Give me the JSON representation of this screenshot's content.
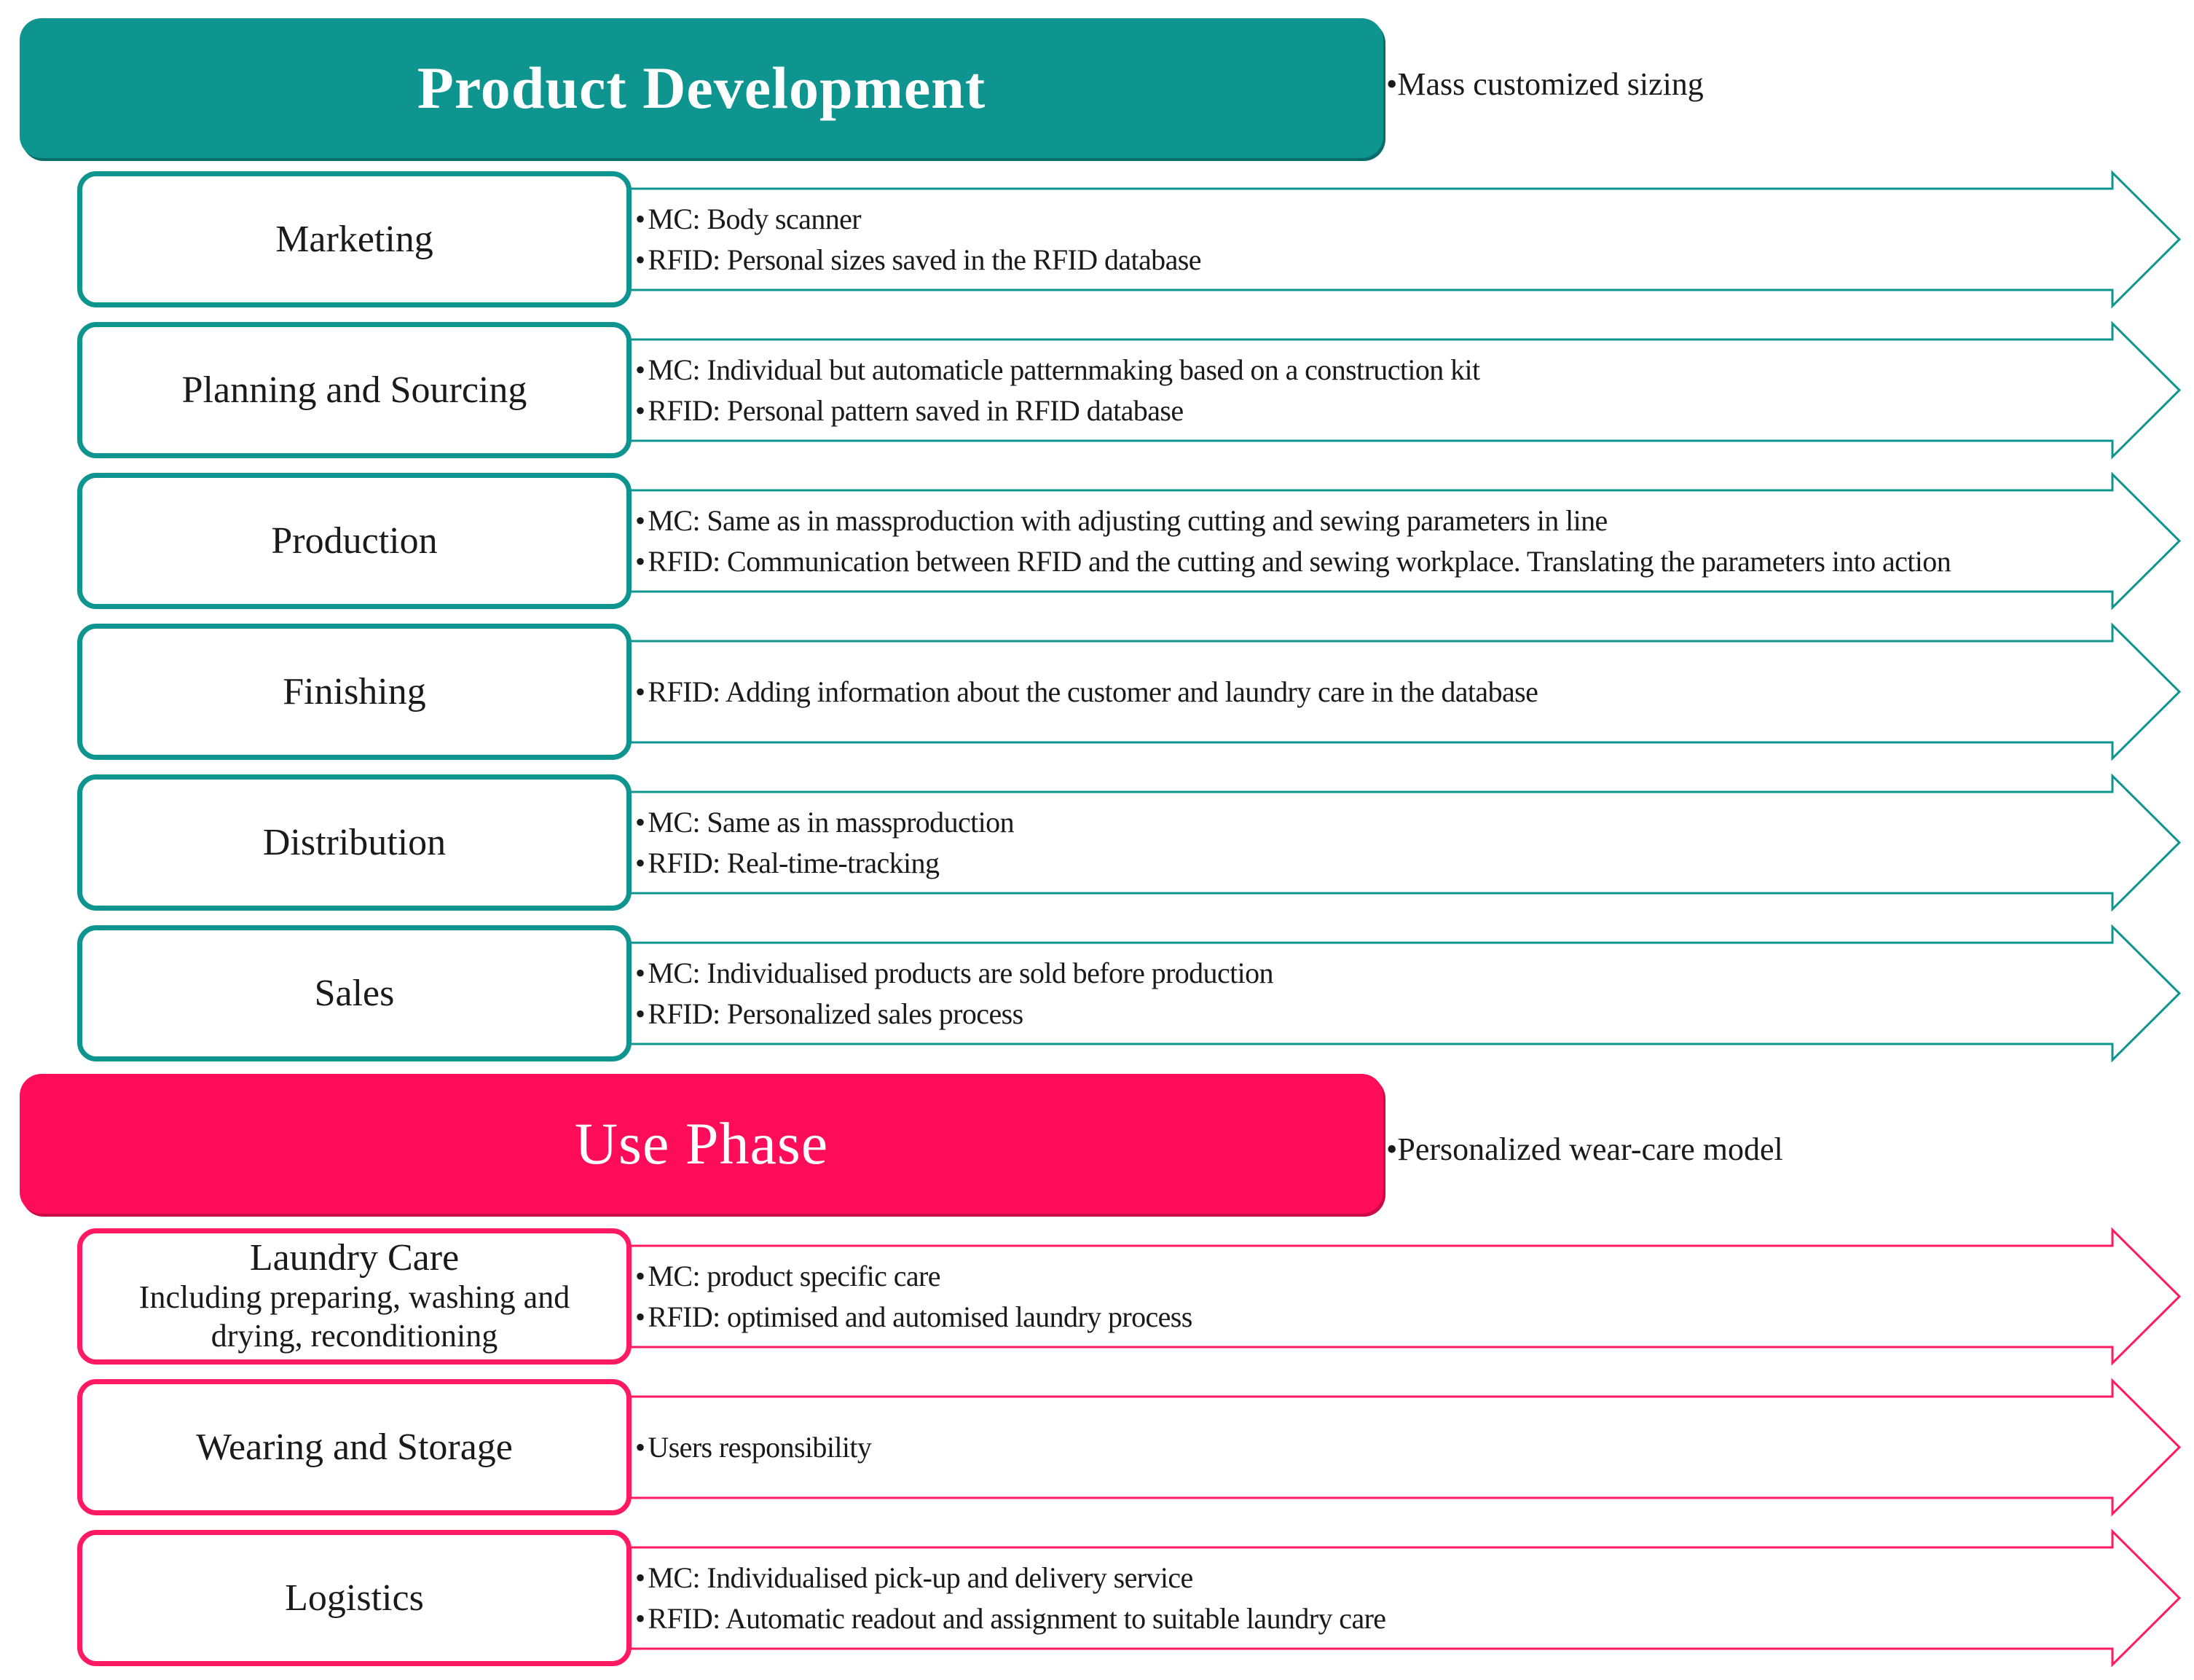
{
  "colors": {
    "product_development": "#0f9590",
    "use_phase": "#ff0c5a",
    "teal_outline": "#0f9590",
    "pink_outline": "#ff1a62"
  },
  "product_development": {
    "title": "Product Development",
    "note": "Mass customized sizing",
    "stages": [
      {
        "title": "Marketing",
        "bullets": [
          "MC: Body scanner",
          "RFID: Personal sizes saved in the RFID database"
        ]
      },
      {
        "title": "Planning and Sourcing",
        "bullets": [
          "MC: Individual but automaticle patternmaking based on a construction kit",
          "RFID: Personal pattern saved in RFID database"
        ]
      },
      {
        "title": "Production",
        "bullets": [
          "MC: Same as in massproduction with adjusting cutting and sewing parameters in line",
          "RFID: Communication between RFID and the cutting and sewing workplace. Translating the parameters into action"
        ]
      },
      {
        "title": "Finishing",
        "bullets": [
          "RFID: Adding information about the customer and laundry care in the database"
        ]
      },
      {
        "title": "Distribution",
        "bullets": [
          "MC: Same as in massproduction",
          "RFID: Real-time-tracking"
        ]
      },
      {
        "title": "Sales",
        "bullets": [
          "MC: Individualised products are sold before production",
          "RFID: Personalized sales process"
        ]
      }
    ]
  },
  "use_phase": {
    "title": "Use Phase",
    "note": "Personalized wear-care model",
    "stages": [
      {
        "title": "Laundry Care",
        "subtitle": "Including preparing, washing and drying, reconditioning",
        "bullets": [
          "MC: product specific care",
          "RFID: optimised and automised laundry process"
        ]
      },
      {
        "title": "Wearing and Storage",
        "bullets": [
          "Users responsibility"
        ]
      },
      {
        "title": "Logistics",
        "bullets": [
          "MC: Individualised pick-up and delivery service",
          "RFID: Automatic readout and assignment to suitable laundry care"
        ]
      }
    ]
  }
}
